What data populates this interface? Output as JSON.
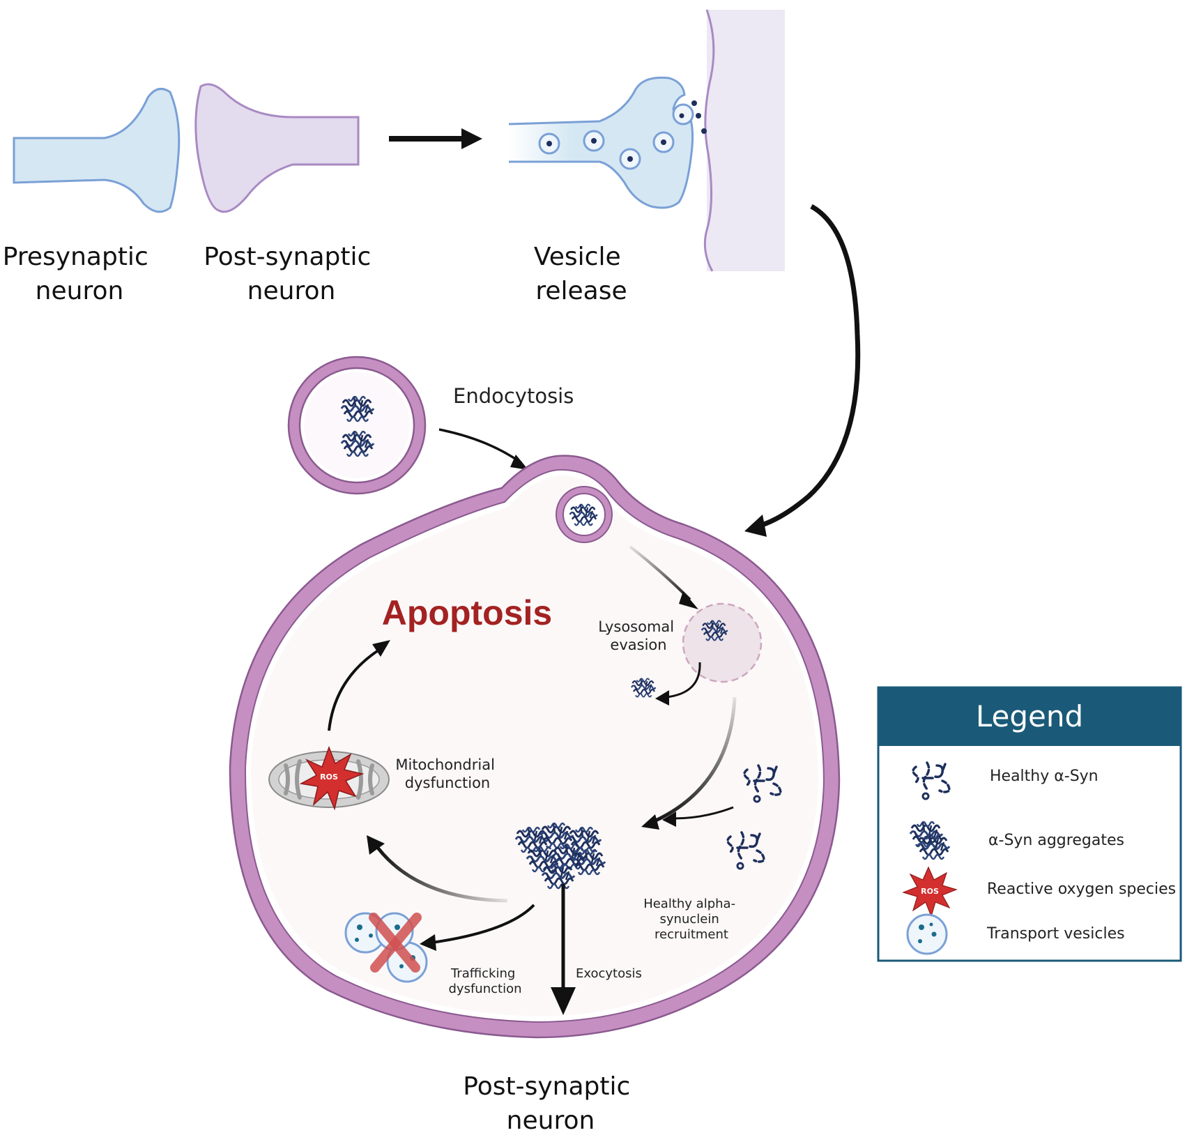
{
  "labels": {
    "presynaptic": [
      "Presynaptic",
      "neuron"
    ],
    "postsynaptic_top": [
      "Post-synaptic",
      "neuron"
    ],
    "vesicle_release": [
      "Vesicle",
      "release"
    ],
    "endocytosis": "Endocytosis",
    "apoptosis": "Apoptosis",
    "lysosomal_evasion": [
      "Lysosomal",
      "evasion"
    ],
    "mito_dysfunction": [
      "Mitochondrial",
      "dysfunction"
    ],
    "healthy_recruitment": [
      "Healthy alpha-",
      "synuclein",
      "recruitment"
    ],
    "trafficking": [
      "Trafficking",
      "dysfunction"
    ],
    "exocytosis": "Exocytosis",
    "postsynaptic_bottom": [
      "Post-synaptic",
      "neuron"
    ],
    "ros": "ROS"
  },
  "legend": {
    "title": "Legend",
    "items": [
      {
        "icon": "healthy-asyn-icon",
        "label": "Healthy α-Syn"
      },
      {
        "icon": "asyn-aggregate-icon",
        "label": "α-Syn aggregates"
      },
      {
        "icon": "ros-star-icon",
        "label": "Reactive oxygen species"
      },
      {
        "icon": "transport-vesicle-icon",
        "label": "Transport vesicles"
      }
    ]
  },
  "colors": {
    "presynaptic_fill": "#d4e7f3",
    "presynaptic_stroke": "#7aa0d6",
    "postsynaptic_fill": "#e3dbee",
    "postsynaptic_stroke": "#a88ac2",
    "cell_membrane": "#c68fc2",
    "cell_membrane_dark": "#8a5a8f",
    "aggregate": "#1e2f5c",
    "apoptosis": "#a32222",
    "legend_header": "#1a5a78",
    "ros": "#d32f2f"
  }
}
